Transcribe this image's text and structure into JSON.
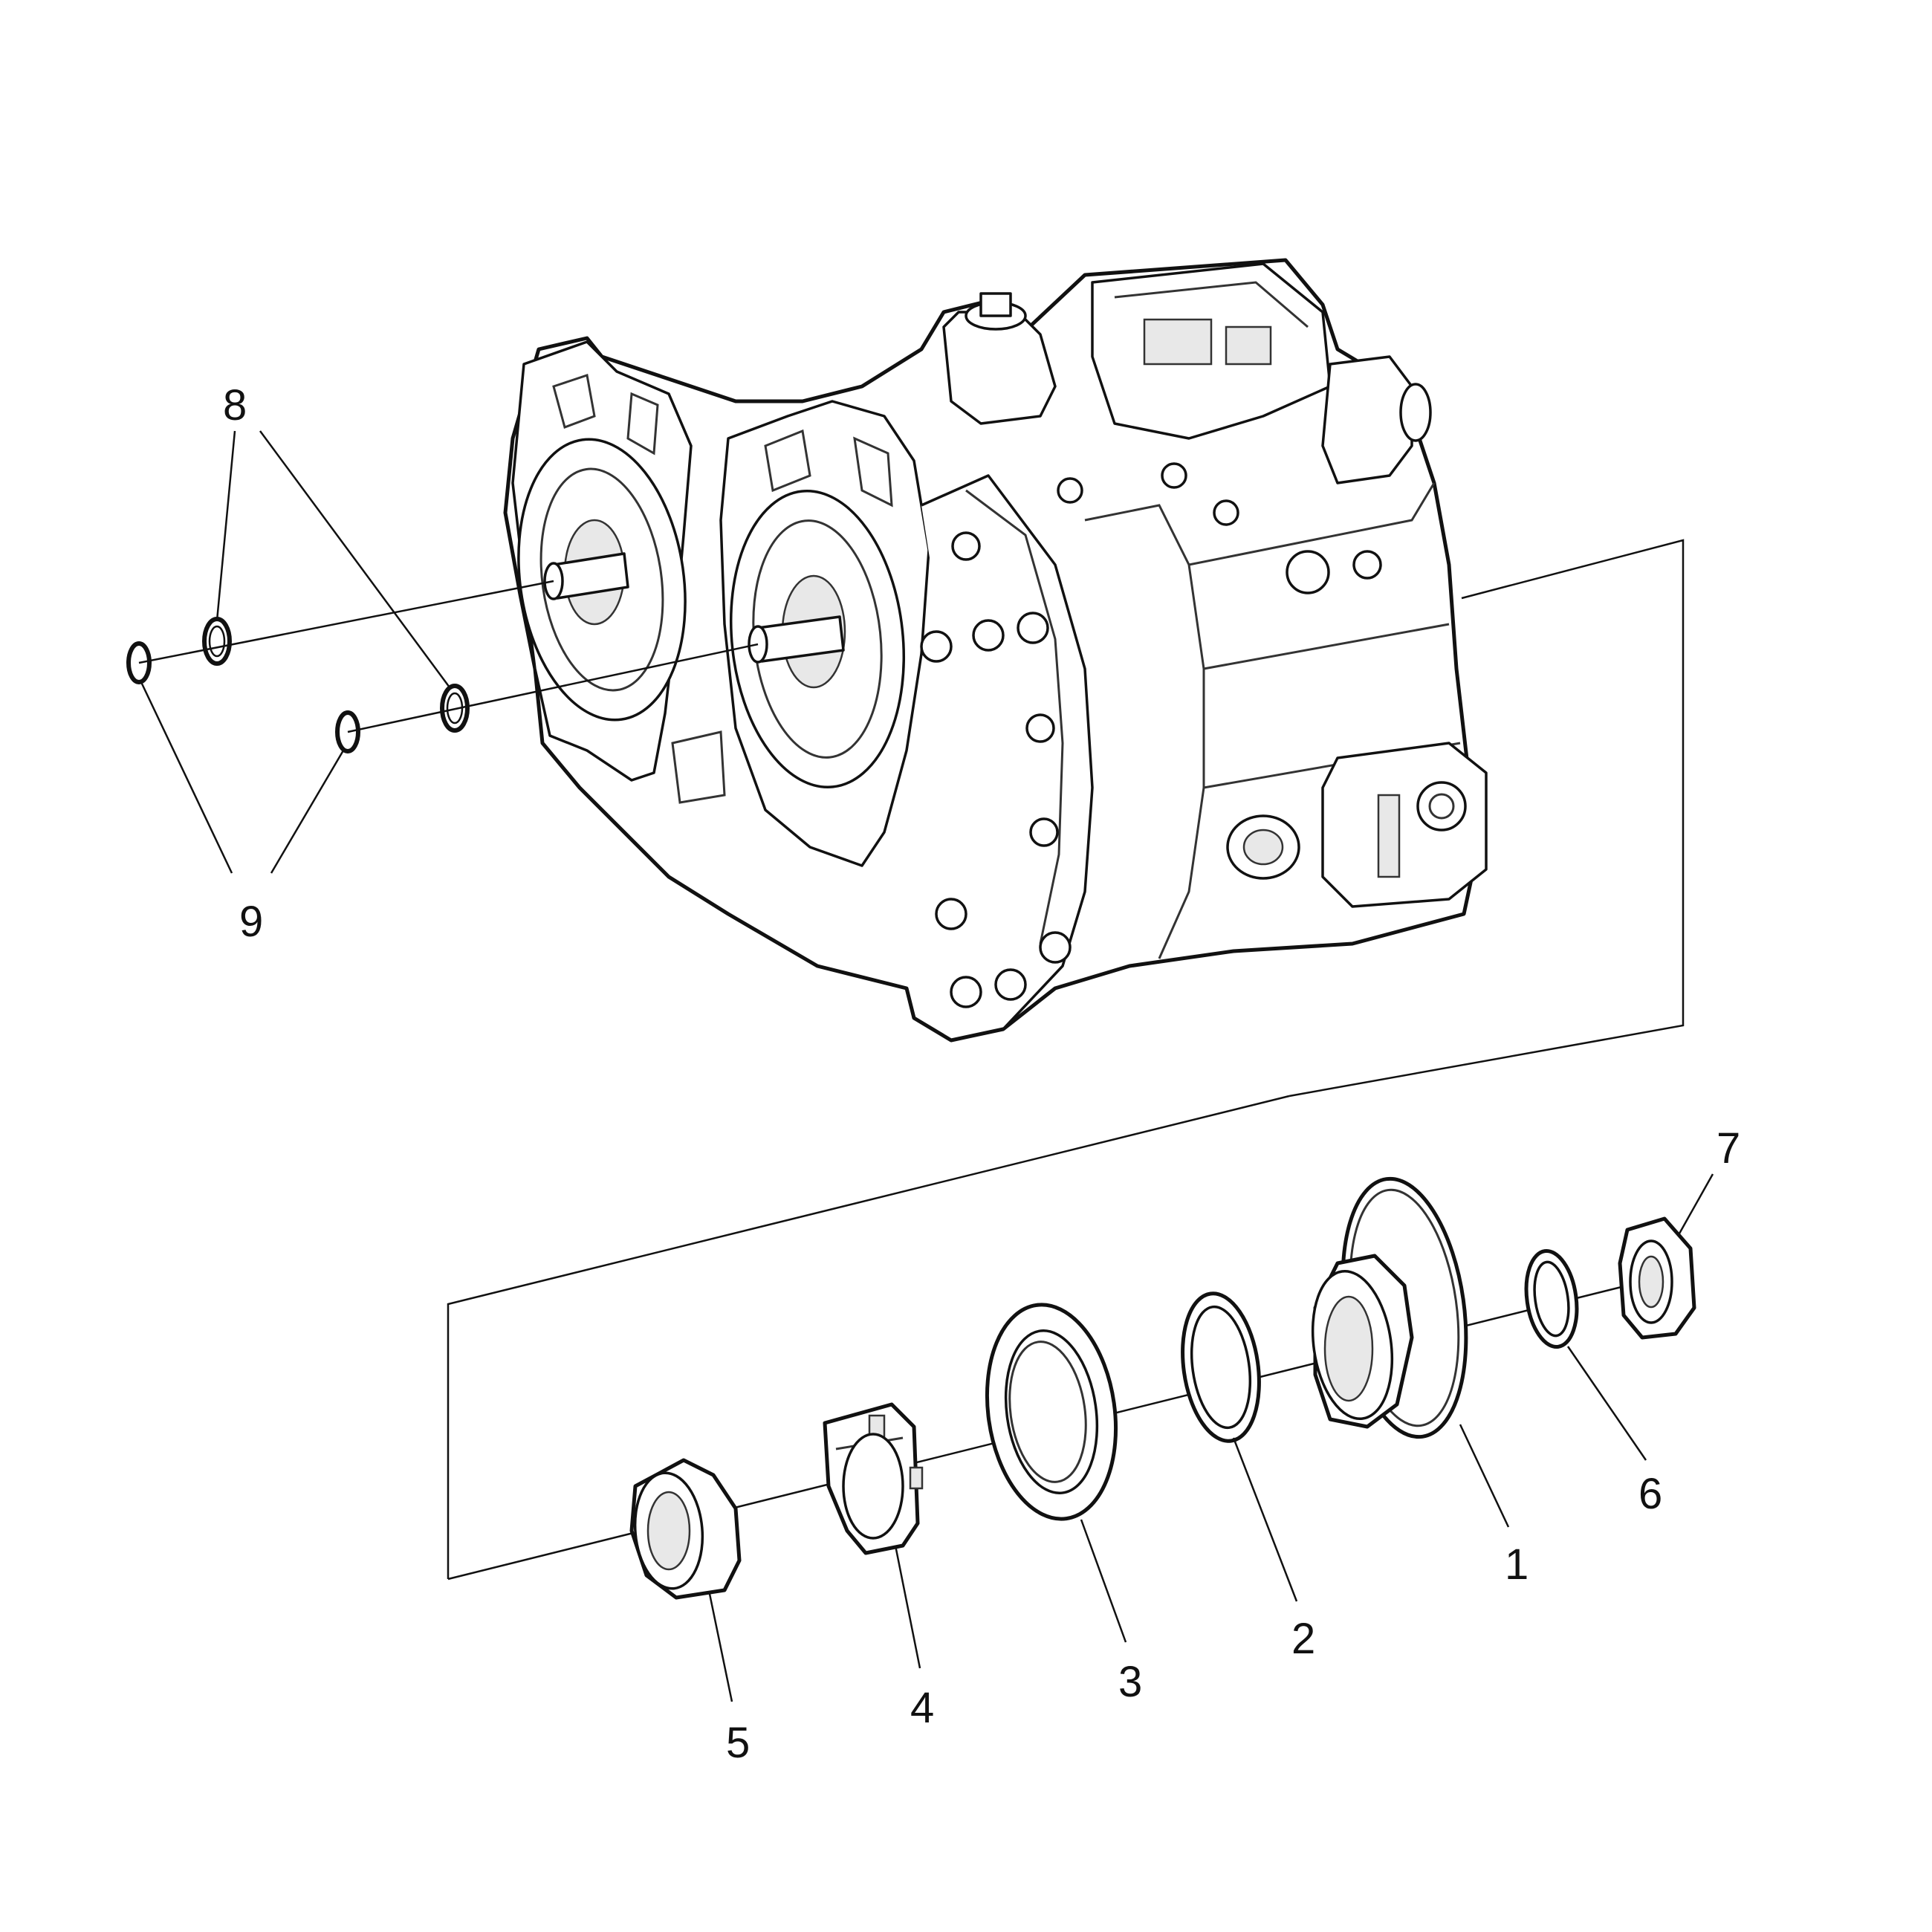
{
  "callouts": {
    "c1": "1",
    "c2": "2",
    "c3": "3",
    "c4": "4",
    "c5": "5",
    "c6": "6",
    "c7": "7",
    "c8": "8",
    "c9": "9"
  },
  "colors": {
    "line": "#111111",
    "fill": "#ffffff",
    "shade": "#e8e8e8"
  }
}
